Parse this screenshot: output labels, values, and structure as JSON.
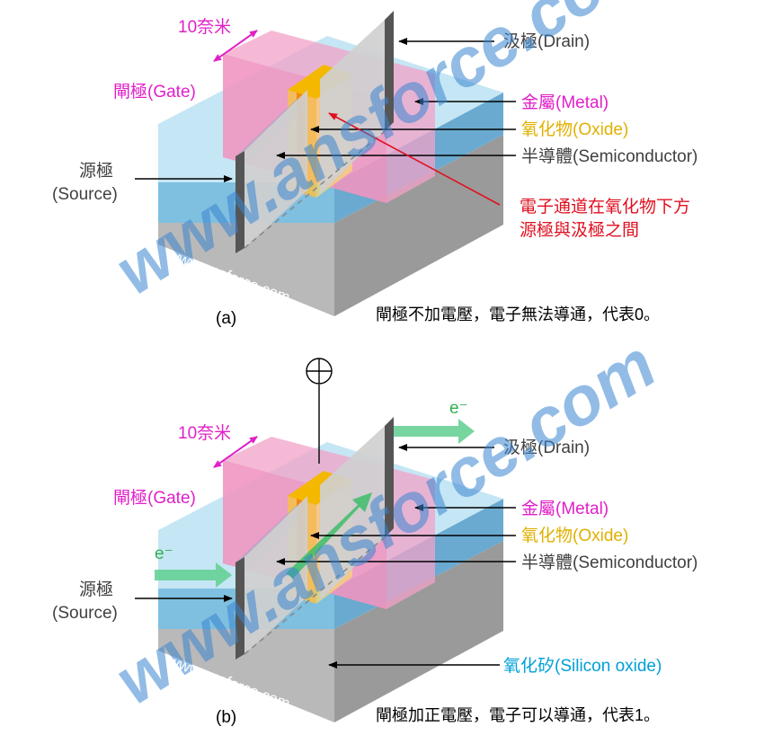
{
  "colors": {
    "label_gray": "#404040",
    "magenta": "#e020c8",
    "gold": "#e0b000",
    "red": "#e01020",
    "cyan": "#00a0d8",
    "green": "#30b050",
    "watermark": "#3a86d0"
  },
  "watermark": {
    "big": "www.ansforce.com",
    "small": "www.ansforce.com"
  },
  "panel_a": {
    "width_label": "10奈米",
    "gate": "閘極(Gate)",
    "drain": "汲極(Drain)",
    "metal": "金屬(Metal)",
    "oxide": "氧化物(Oxide)",
    "semiconductor": "半導體(Semiconductor)",
    "source_line1": "源極",
    "source_line2": "(Source)",
    "channel_note_line1": "電子通道在氧化物下方",
    "channel_note_line2": "源極與汲極之間",
    "tag": "(a)",
    "caption": "閘極不加電壓，電子無法導通，代表0。"
  },
  "panel_b": {
    "plus_symbol": "⊕",
    "electron_drain": "e⁻",
    "electron_source": "e⁻",
    "width_label": "10奈米",
    "gate": "閘極(Gate)",
    "drain": "汲極(Drain)",
    "metal": "金屬(Metal)",
    "oxide": "氧化物(Oxide)",
    "semiconductor": "半導體(Semiconductor)",
    "source_line1": "源極",
    "source_line2": "(Source)",
    "silicon_oxide": "氧化矽(Silicon oxide)",
    "tag": "(b)",
    "caption": "閘極加正電壓，電子可以導通，代表1。"
  }
}
